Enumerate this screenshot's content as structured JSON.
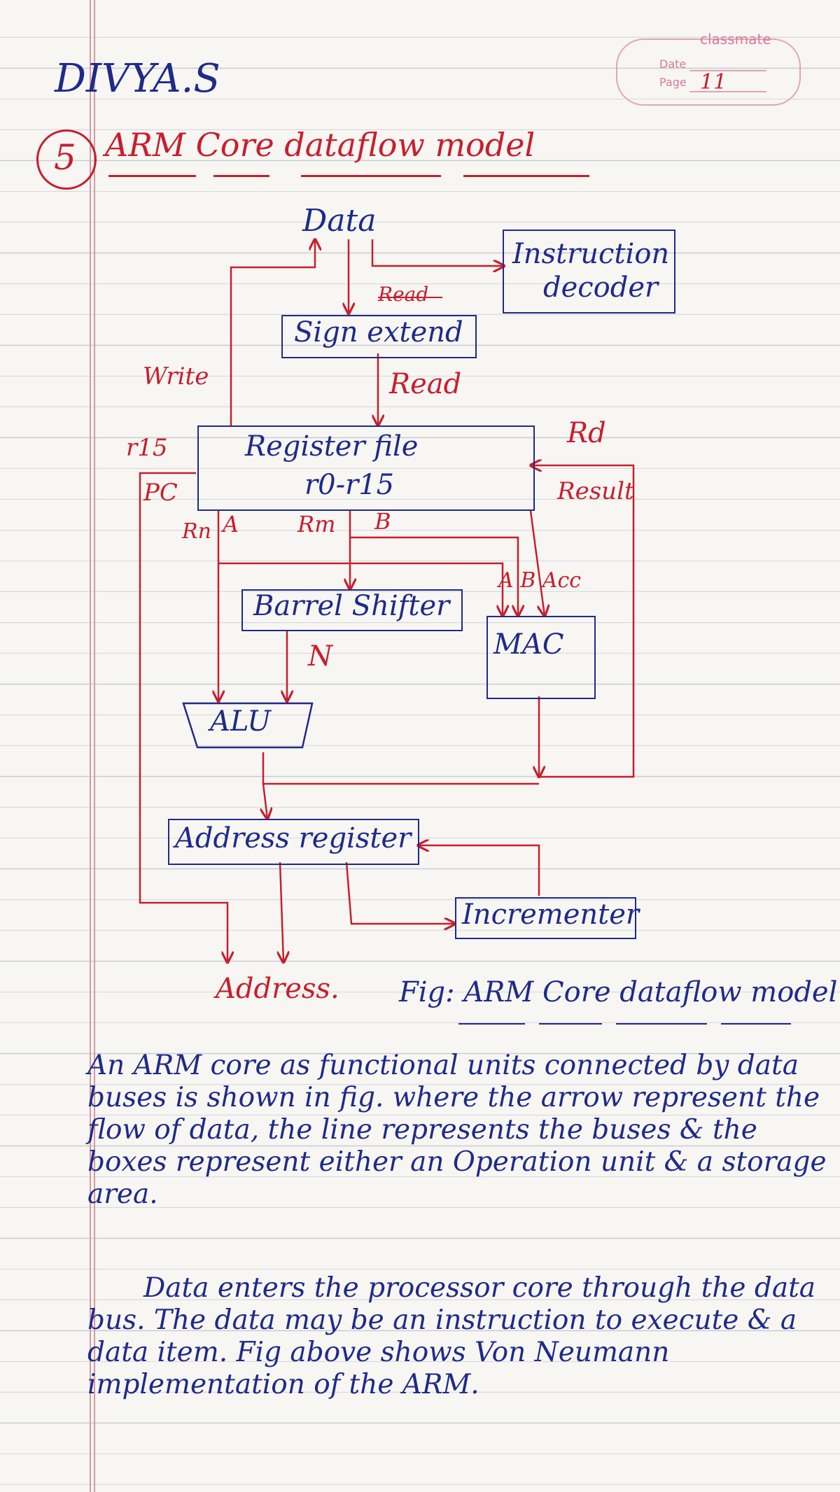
{
  "header": {
    "author": "DIVYA.S",
    "notebook_brand": "classmate",
    "date_label": "Date",
    "page_label": "Page",
    "page_number": "11"
  },
  "section": {
    "number": "5",
    "title": "ARM Core dataflow model"
  },
  "diagram": {
    "data": "Data",
    "instruction_decoder_1": "Instruction",
    "instruction_decoder_2": "decoder",
    "sign_extend": "Sign extend",
    "read_struck": "Read",
    "read": "Read",
    "write": "Write",
    "register_file_1": "Register file",
    "register_file_2": "r0-r15",
    "r15": "r15",
    "pc": "PC",
    "rd": "Rd",
    "result": "Result",
    "rn": "Rn",
    "a": "A",
    "rm": "Rm",
    "b": "B",
    "mac_inputs": "A B Acc",
    "barrel_shifter": "Barrel Shifter",
    "n": "N",
    "mac": "MAC",
    "alu": "ALU",
    "address_register": "Address register",
    "incrementer": "Incrementer",
    "address": "Address."
  },
  "caption": "Fig: ARM Core dataflow model",
  "paragraphs": [
    "An ARM core as functional units connected by data buses is shown in fig. where the arrow represent the flow of data, the line represents the buses & the boxes represent either an Operation unit & a storage area.",
    "Data enters the processor core through the data bus. The data may be an instruction to execute & a data item. Fig above shows Von Neumann implementation of the ARM."
  ],
  "colors": {
    "red_ink": "#c81e2e",
    "blue_ink": "#1f2a8a",
    "paper": "#f7f6f2"
  }
}
